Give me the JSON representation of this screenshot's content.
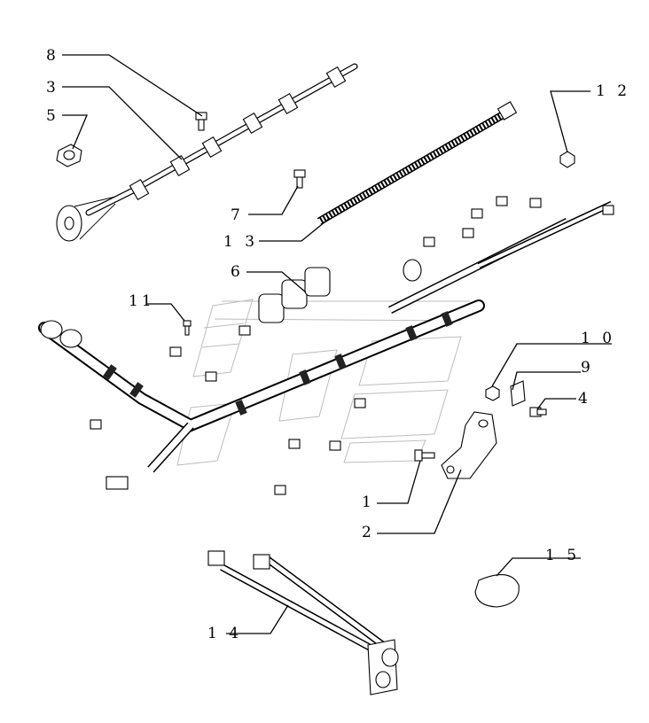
{
  "callouts": [
    {
      "id": "c1",
      "text": "1"
    },
    {
      "id": "c2",
      "text": "2"
    },
    {
      "id": "c3",
      "text": "3"
    },
    {
      "id": "c4",
      "text": "4"
    },
    {
      "id": "c5",
      "text": "5"
    },
    {
      "id": "c6",
      "text": "6"
    },
    {
      "id": "c7",
      "text": "7"
    },
    {
      "id": "c8",
      "text": "8"
    },
    {
      "id": "c9",
      "text": "9"
    },
    {
      "id": "c10",
      "text": "1 0"
    },
    {
      "id": "c11",
      "text": "11"
    },
    {
      "id": "c12",
      "text": "1 2"
    },
    {
      "id": "c13",
      "text": "1 3"
    },
    {
      "id": "c14",
      "text": "1 4"
    },
    {
      "id": "c15",
      "text": "1 5"
    }
  ]
}
